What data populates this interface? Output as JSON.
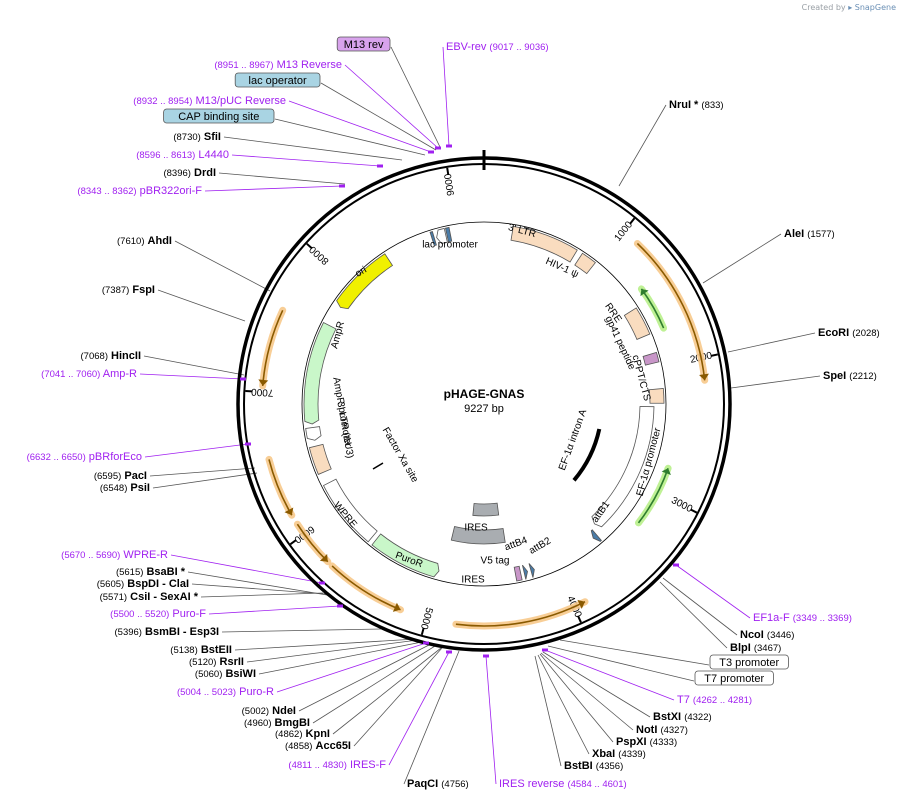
{
  "credit": {
    "prefix": "Created by",
    "brand": "SnapGene"
  },
  "plasmid": {
    "name": "pHAGE-GNAS",
    "size_label": "9227 bp",
    "total_bp": 9227
  },
  "colors": {
    "primer": "#a020f0",
    "site": "#000000",
    "feature_stroke": "#555555"
  },
  "ticks": [
    {
      "bp": 1000,
      "label": "1000"
    },
    {
      "bp": 2000,
      "label": "2000"
    },
    {
      "bp": 3000,
      "label": "3000"
    },
    {
      "bp": 4000,
      "label": "4000"
    },
    {
      "bp": 5000,
      "label": "5000"
    },
    {
      "bp": 6000,
      "label": "6000"
    },
    {
      "bp": 7000,
      "label": "7000"
    },
    {
      "bp": 8000,
      "label": "8000"
    },
    {
      "bp": 9000,
      "label": "9000"
    }
  ],
  "inner_features": [
    {
      "name": "3' LTR",
      "start": 240,
      "end": 800,
      "color": "#f9dcbf",
      "dir": 0,
      "label_inside": true
    },
    {
      "name": "HIV-1 ψ",
      "start": 850,
      "end": 980,
      "color": "#f9dcbf",
      "dir": 0
    },
    {
      "name": "RRE",
      "start": 1480,
      "end": 1720,
      "color": "#f9dcbf",
      "dir": 0
    },
    {
      "name": "gp41 peptide",
      "start": 1880,
      "end": 1960,
      "color": "#c896c8",
      "dir": 0
    },
    {
      "name": "cPPT/CTS",
      "start": 2180,
      "end": 2300,
      "color": "#f9dcbf",
      "dir": 0
    },
    {
      "name": "EF-1α promoter",
      "start": 2330,
      "end": 3520,
      "color": "#ffffff",
      "dir": 1
    },
    {
      "name": "attB1",
      "start": 3570,
      "end": 3610,
      "color": "#4a7ca8",
      "dir": 1
    },
    {
      "name": "attB2",
      "start": 4180,
      "end": 4210,
      "color": "#4a7ca8",
      "dir": -1
    },
    {
      "name": "attB4",
      "start": 4240,
      "end": 4270,
      "color": "#4a7ca8",
      "dir": -1
    },
    {
      "name": "V5 tag",
      "start": 4300,
      "end": 4345,
      "color": "#c896c8",
      "dir": 0
    },
    {
      "name": "IRES",
      "start": 4390,
      "end": 4960,
      "color": "#a9adb1",
      "dir": 0,
      "label_inside": true
    },
    {
      "name": "PuroR",
      "start": 5000,
      "end": 5600,
      "color": "#c9f7c9",
      "dir": -1,
      "label_inside": true
    },
    {
      "name": "WPRE",
      "start": 5640,
      "end": 6230,
      "color": "#ffffff",
      "dir": 0,
      "label_inside": true
    },
    {
      "name": "3' LTR (ΔU3)",
      "start": 6330,
      "end": 6560,
      "color": "#f9dcbf",
      "dir": 0
    },
    {
      "name": "AmpR promoter",
      "start": 6610,
      "end": 6720,
      "color": "#ffffff",
      "dir": -1
    },
    {
      "name": "AmpR",
      "start": 6750,
      "end": 7610,
      "color": "#c9f7c9",
      "dir": -1
    },
    {
      "name": "ori",
      "start": 7790,
      "end": 8370,
      "color": "#f0f000",
      "dir": -1
    },
    {
      "name": "lac promoter",
      "start": 8820,
      "end": 8900,
      "color": "#ffffff",
      "dir": -1
    },
    {
      "name": "CAP binding site",
      "start": 8780,
      "end": 8800,
      "color": "#4a7ca8",
      "dir": 0
    },
    {
      "name": "lac operator",
      "start": 8910,
      "end": 8940,
      "color": "#4a7ca8",
      "dir": 0
    }
  ],
  "inner_labels": [
    {
      "text": "lac promoter"
    },
    {
      "text": "3' LTR"
    },
    {
      "text": "HIV-1 ψ"
    },
    {
      "text": "RRE"
    },
    {
      "text": "gp41 peptide"
    },
    {
      "text": "cPPT/CTS"
    },
    {
      "text": "EF-1α promoter"
    },
    {
      "text": "EF-1α intron A"
    },
    {
      "text": "attB1"
    },
    {
      "text": "attB2"
    },
    {
      "text": "attB4"
    },
    {
      "text": "V5 tag"
    },
    {
      "text": "IRES"
    },
    {
      "text": "IRES"
    },
    {
      "text": "PuroR"
    },
    {
      "text": "WPRE"
    },
    {
      "text": "3' LTR (ΔU3)"
    },
    {
      "text": "AmpR promoter"
    },
    {
      "text": "AmpR"
    },
    {
      "text": "ori"
    },
    {
      "text": "Factor Xa site"
    }
  ],
  "orange_arcs": [
    {
      "start": 1120,
      "end": 2150,
      "dir": 1
    },
    {
      "start": 3920,
      "end": 4800,
      "dir": -1
    },
    {
      "start": 5180,
      "end": 5720,
      "dir": -1
    },
    {
      "start": 5760,
      "end": 6080,
      "dir": -1
    },
    {
      "start": 6150,
      "end": 6550,
      "dir": -1
    },
    {
      "start": 7040,
      "end": 7560,
      "dir": -1
    }
  ],
  "green_arcs": [
    {
      "start": 1380,
      "end": 1720,
      "dir": -1
    },
    {
      "start": 2800,
      "end": 3270,
      "dir": -1
    }
  ],
  "labels": [
    {
      "text": "NruI *",
      "pos": "(833)",
      "kind": "site"
    },
    {
      "text": "AleI",
      "pos": "(1577)",
      "kind": "site"
    },
    {
      "text": "EcoRI",
      "pos": "(2028)",
      "kind": "site"
    },
    {
      "text": "SpeI",
      "pos": "(2212)",
      "kind": "site"
    },
    {
      "text": "EF1a-F",
      "pos": "(3349 .. 3369)",
      "kind": "primer"
    },
    {
      "text": "NcoI",
      "pos": "(3446)",
      "kind": "site"
    },
    {
      "text": "BlpI",
      "pos": "(3467)",
      "kind": "site"
    },
    {
      "text": "T3 promoter",
      "pos": "",
      "kind": "box_white"
    },
    {
      "text": "T7 promoter",
      "pos": "",
      "kind": "box_white"
    },
    {
      "text": "T7",
      "pos": "(4262 .. 4281)",
      "kind": "primer"
    },
    {
      "text": "BstXI",
      "pos": "(4322)",
      "kind": "site"
    },
    {
      "text": "NotI",
      "pos": "(4327)",
      "kind": "site"
    },
    {
      "text": "PspXI",
      "pos": "(4333)",
      "kind": "site"
    },
    {
      "text": "XbaI",
      "pos": "(4339)",
      "kind": "site"
    },
    {
      "text": "BstBI",
      "pos": "(4356)",
      "kind": "site"
    },
    {
      "text": "IRES reverse",
      "pos": "(4584 .. 4601)",
      "kind": "primer"
    },
    {
      "text": "PaqCI",
      "pos": "(4756)",
      "kind": "site"
    },
    {
      "text": "IRES-F",
      "pos": "(4811 .. 4830)",
      "kind": "primer"
    },
    {
      "text": "Acc65I",
      "pos": "(4858)",
      "kind": "site"
    },
    {
      "text": "KpnI",
      "pos": "(4862)",
      "kind": "site"
    },
    {
      "text": "BmgBI",
      "pos": "(4960)",
      "kind": "site"
    },
    {
      "text": "NdeI",
      "pos": "(5002)",
      "kind": "site"
    },
    {
      "text": "Puro-R",
      "pos": "(5004 .. 5023)",
      "kind": "primer"
    },
    {
      "text": "BsiWI",
      "pos": "(5060)",
      "kind": "site"
    },
    {
      "text": "RsrII",
      "pos": "(5120)",
      "kind": "site"
    },
    {
      "text": "BstEII",
      "pos": "(5138)",
      "kind": "site"
    },
    {
      "text": "BsmBI - Esp3I",
      "pos": "(5396)",
      "kind": "site"
    },
    {
      "text": "Puro-F",
      "pos": "(5500 .. 5520)",
      "kind": "primer"
    },
    {
      "text": "CsiI - SexAI *",
      "pos": "(5571)",
      "kind": "site"
    },
    {
      "text": "BspDI - ClaI",
      "pos": "(5605)",
      "kind": "site"
    },
    {
      "text": "BsaBI *",
      "pos": "(5615)",
      "kind": "site"
    },
    {
      "text": "WPRE-R",
      "pos": "(5670 .. 5690)",
      "kind": "primer"
    },
    {
      "text": "PsiI",
      "pos": "(6548)",
      "kind": "site"
    },
    {
      "text": "PacI",
      "pos": "(6595)",
      "kind": "site"
    },
    {
      "text": "pBRforEco",
      "pos": "(6632 .. 6650)",
      "kind": "primer"
    },
    {
      "text": "Amp-R",
      "pos": "(7041 .. 7060)",
      "kind": "primer"
    },
    {
      "text": "HincII",
      "pos": "(7068)",
      "kind": "site"
    },
    {
      "text": "FspI",
      "pos": "(7387)",
      "kind": "site"
    },
    {
      "text": "AhdI",
      "pos": "(7610)",
      "kind": "site"
    },
    {
      "text": "pBR322ori-F",
      "pos": "(8343 .. 8362)",
      "kind": "primer"
    },
    {
      "text": "DrdI",
      "pos": "(8396)",
      "kind": "site"
    },
    {
      "text": "L4440",
      "pos": "(8596 .. 8613)",
      "kind": "primer"
    },
    {
      "text": "SfiI",
      "pos": "(8730)",
      "kind": "site"
    },
    {
      "text": "CAP binding site",
      "pos": "",
      "kind": "box_blue"
    },
    {
      "text": "M13/pUC Reverse",
      "pos": "(8932 .. 8954)",
      "kind": "primer"
    },
    {
      "text": "lac operator",
      "pos": "",
      "kind": "box_blue"
    },
    {
      "text": "M13 Reverse",
      "pos": "(8951 .. 8967)",
      "kind": "primer"
    },
    {
      "text": "M13 rev",
      "pos": "",
      "kind": "box_purple"
    },
    {
      "text": "EBV-rev",
      "pos": "(9017 .. 9036)",
      "kind": "primer"
    }
  ]
}
